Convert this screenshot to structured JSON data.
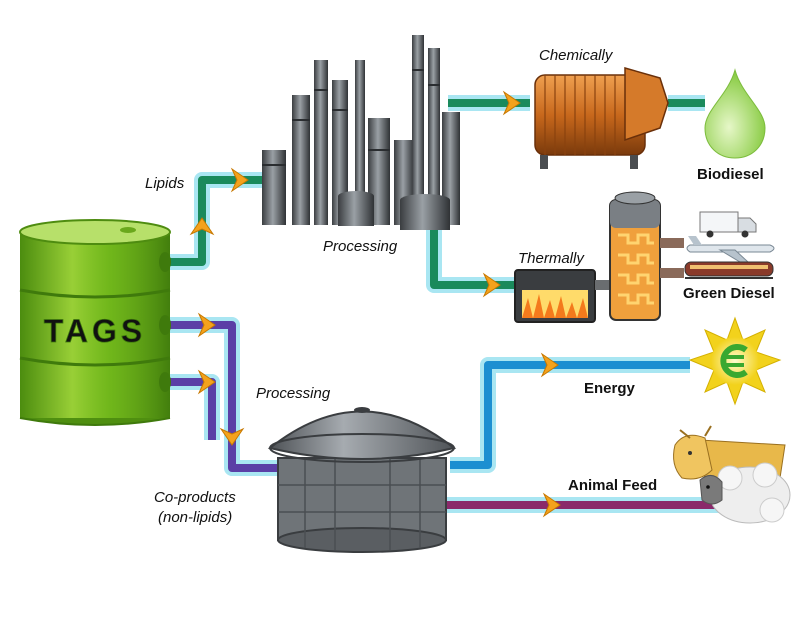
{
  "labels": {
    "tank": "TAGS",
    "lipids": "Lipids",
    "processing_top": "Processing",
    "chemically": "Chemically",
    "thermally": "Thermally",
    "biodiesel": "Biodiesel",
    "green_diesel": "Green Diesel",
    "processing_bottom": "Processing",
    "coproducts_line1": "Co-products",
    "coproducts_line2": "(non-lipids)",
    "energy": "Energy",
    "animal_feed": "Animal Feed"
  },
  "colors": {
    "pipe_green": "#1a8a5c",
    "pipe_halo": "#a9e6f2",
    "pipe_purple": "#5b3fa6",
    "pipe_blue": "#1c8fd1",
    "pipe_magenta": "#8a2a6a",
    "arrow_orange": "#f4a21c",
    "tank_green": "#7cc21e",
    "reactor_copper": "#c8681c",
    "droplet_green": "#9fd860",
    "digester_gray": "#6f7478"
  },
  "icons": [
    "oil-drum-icon",
    "refinery-icon",
    "reactor-icon",
    "droplet-icon",
    "distillation-column-icon",
    "furnace-icon",
    "truck-icon",
    "airplane-icon",
    "train-icon",
    "digester-tank-icon",
    "energy-sun-icon",
    "cow-icon",
    "sheep-icon"
  ]
}
